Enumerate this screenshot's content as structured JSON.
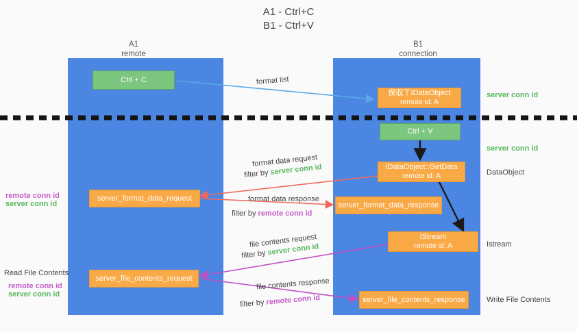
{
  "title": {
    "line1": "A1 - Ctrl+C",
    "line2": "B1 - Ctrl+V"
  },
  "lanes": [
    {
      "name": "A1",
      "sub": "remote",
      "color": "#4a86e2"
    },
    {
      "name": "B1",
      "sub": "connection",
      "color": "#4a86e2"
    }
  ],
  "boxes": {
    "ctrl_c": {
      "line1": "Ctrl + C",
      "color": "#7cc67f"
    },
    "ole_dataobject": {
      "line1": "保収丅IDataObject",
      "line2": "remote id: A",
      "color": "#f9a946"
    },
    "ctrl_v": {
      "line1": "Ctrl + V",
      "color": "#7cc67f"
    },
    "getdata": {
      "line1": "IDataObject::GetData",
      "line2": "remote id: A",
      "color": "#f9a946"
    },
    "server_format_data_request": {
      "line1": "server_format_data_request",
      "color": "#f9a946"
    },
    "server_format_data_response": {
      "line1": "server_format_data_response",
      "color": "#f9a946"
    },
    "istream": {
      "line1": "IStream",
      "line2": "remote id: A",
      "color": "#f9a946"
    },
    "server_file_contents_request": {
      "line1": "server_file_contents_request",
      "color": "#f9a946"
    },
    "server_file_contents_response": {
      "line1": "server_file_contents_response",
      "color": "#f9a946"
    }
  },
  "captions": {
    "format_list": "format list",
    "format_data_request": "format data request",
    "format_data_request_filter_prefix": "filter by ",
    "format_data_request_filter_key": "server conn id",
    "format_data_response": "format data response",
    "format_data_response_filter_prefix": "filter by ",
    "format_data_response_filter_key": "remote conn id",
    "file_contents_request": "file contents request",
    "file_contents_request_filter_prefix": "filter by ",
    "file_contents_request_filter_key": "server conn id",
    "file_contents_response": "file contents response",
    "file_contents_response_filter_prefix": "filter by ",
    "file_contents_response_filter_key": "remote conn id"
  },
  "right_labels": {
    "server_conn_id_top": "server conn id",
    "server_conn_id_second": "server conn id",
    "dataobject": "DataObject",
    "istream": "Istream",
    "write_file_contents": "Write File Contents"
  },
  "left_labels": {
    "remote_conn_id_1": "remote conn id",
    "server_conn_id_1": "server conn id",
    "read_file_contents": "Read File Contents",
    "remote_conn_id_2": "remote conn id",
    "server_conn_id_2": "server conn id"
  },
  "colors": {
    "lane_blue": "#4a86e2",
    "box_green": "#7cc67f",
    "box_orange": "#f9a946",
    "key_green": "#57b85d",
    "key_magenta": "#c35ec6",
    "arrow_blue": "#5aa9e6",
    "arrow_red": "#ef6a5a",
    "arrow_magenta": "#c34fc3",
    "arrow_dark": "#1a1a1a",
    "background": "#fafafa"
  }
}
